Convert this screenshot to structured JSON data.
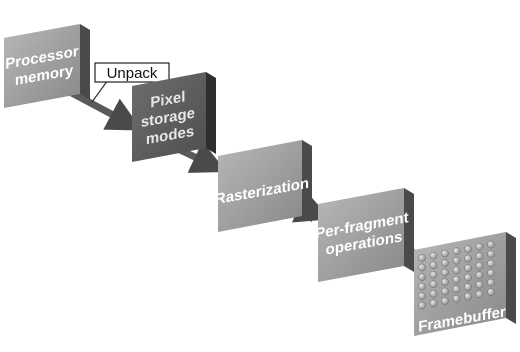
{
  "diagram": {
    "stages": [
      {
        "id": "processor-memory",
        "label_lines": [
          "Processor",
          "memory"
        ]
      },
      {
        "id": "pixel-storage-modes",
        "label_lines": [
          "Pixel",
          "storage",
          "modes"
        ]
      },
      {
        "id": "rasterization",
        "label_lines": [
          "Rasterization"
        ]
      },
      {
        "id": "per-fragment-operations",
        "label_lines": [
          "Per-fragment",
          "operations"
        ]
      },
      {
        "id": "framebuffer",
        "label_lines": [
          "Framebuffer"
        ]
      }
    ],
    "callout": {
      "label": "Unpack"
    },
    "colors": {
      "front": "#9a9a9a",
      "dark_front": "#5f5f5f",
      "side": "#4a4a4a",
      "top": "#cfcfcf",
      "arrow": "#5a5a5a",
      "label": "#ffffff"
    }
  }
}
